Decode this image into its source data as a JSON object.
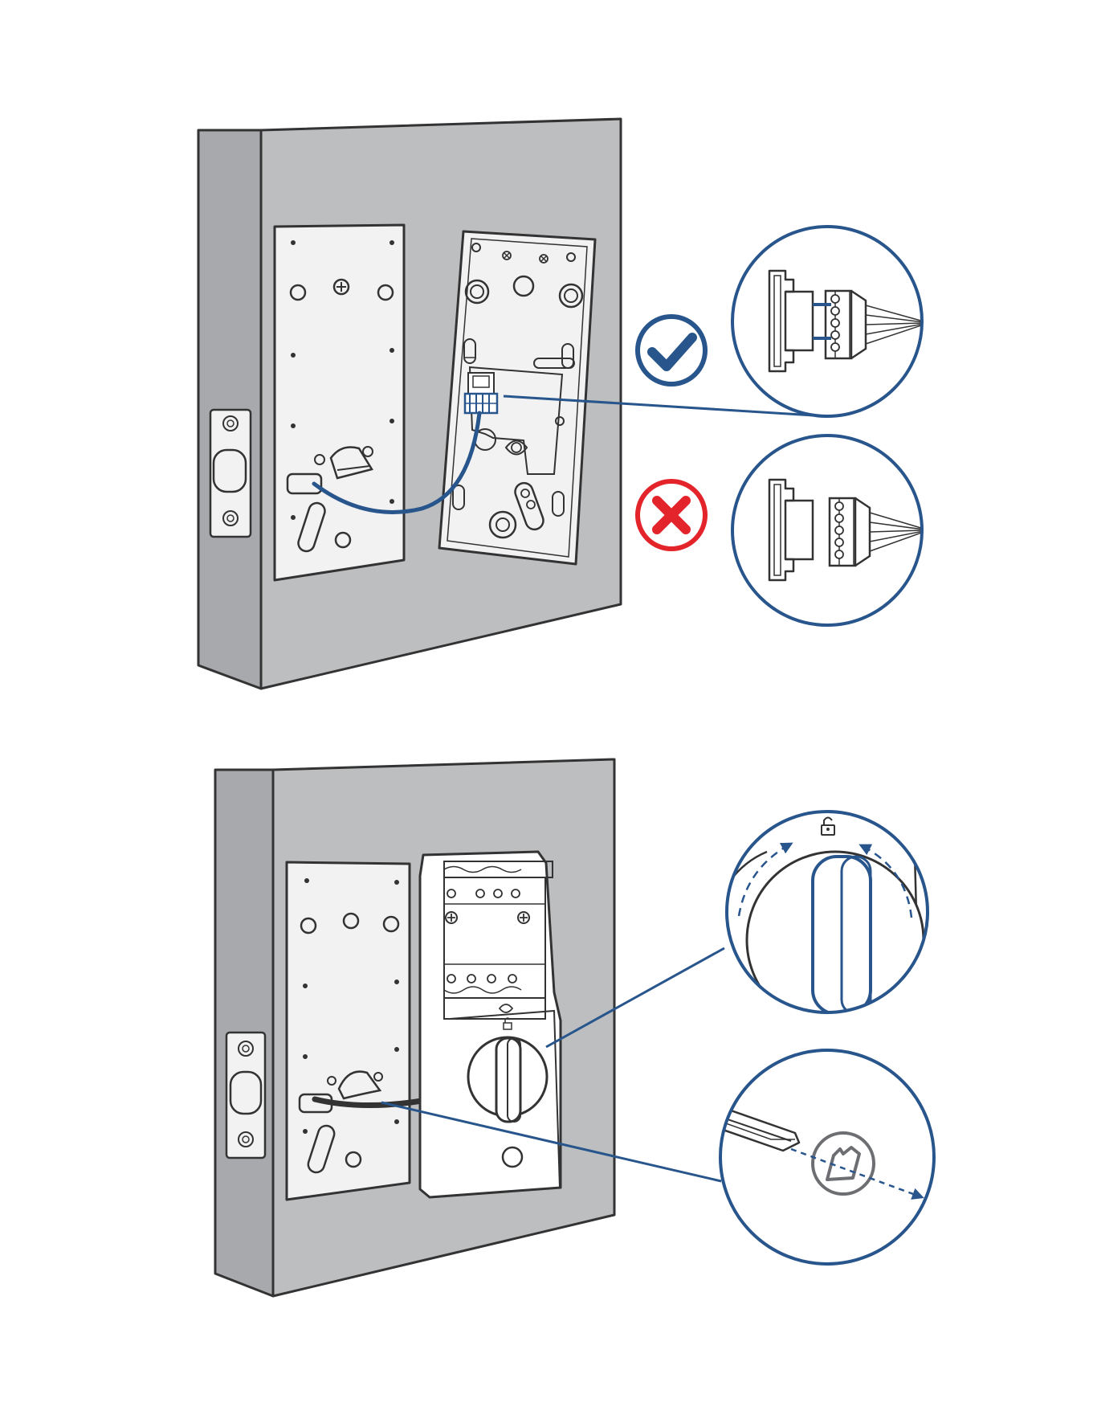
{
  "colors": {
    "door_face": "#bcbec0",
    "door_edge": "#a7a9ac",
    "outline": "#333333",
    "plate": "#f2f2f2",
    "accent_blue": "#27558c",
    "error_red": "#e3242b",
    "white": "#ffffff"
  },
  "icons": {
    "correct": "checkmark-icon",
    "incorrect": "x-mark-icon",
    "unlock": "unlock-icon"
  },
  "panels": [
    {
      "id": "connect-cable",
      "callouts": [
        "connector-correct",
        "connector-incorrect"
      ]
    },
    {
      "id": "set-thumbturn",
      "callouts": [
        "thumbturn-rotation",
        "screwdriver-tailpiece"
      ]
    }
  ]
}
